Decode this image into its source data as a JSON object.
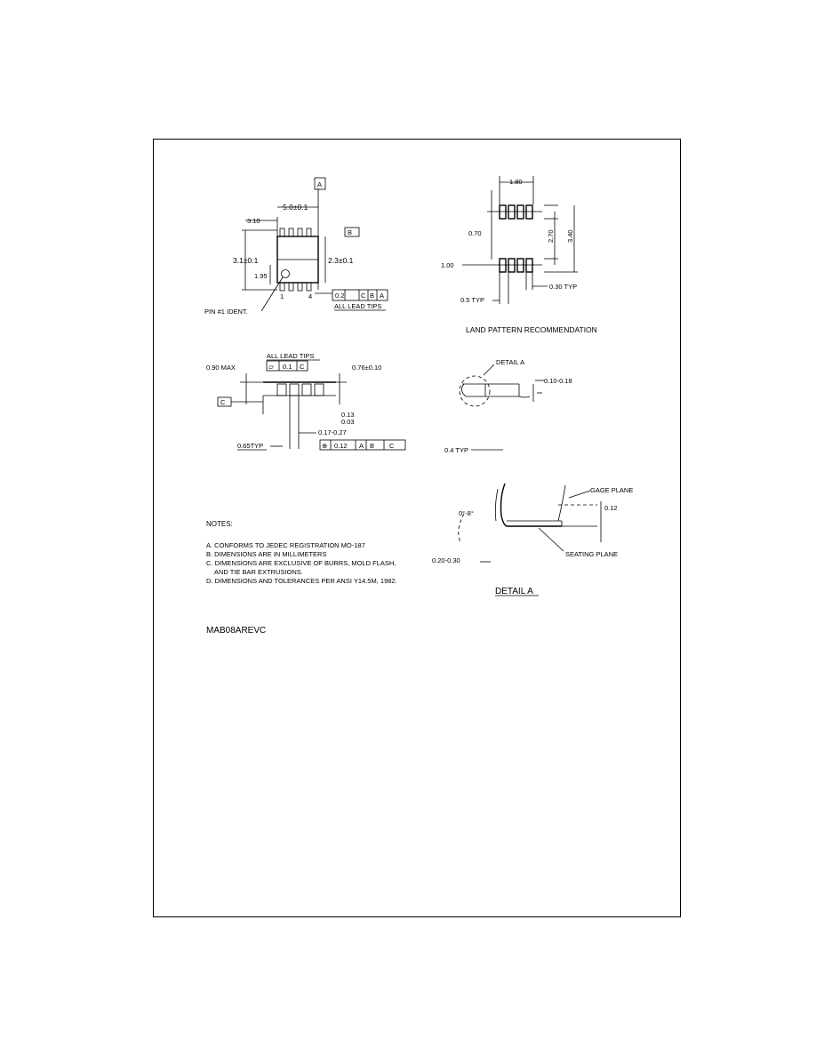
{
  "top_view": {
    "length": "5.0±0.1",
    "lead_span": "3.10",
    "body_height": "3.1±0.1",
    "body_width": "2.3±0.1",
    "pin_pitch_ref": "1.95",
    "datum_a": "A",
    "datum_b": "B",
    "pin1_label": "PIN #1 IDENT.",
    "pin_number_left": "1",
    "pin_number_right": "4",
    "tolerance_frame": [
      "0.2",
      "C",
      "B",
      "A"
    ],
    "tolerance_note": "ALL LEAD TIPS"
  },
  "land_pattern": {
    "width": "1.80",
    "pad_spacing": "0.70",
    "pad_height": "1.00",
    "row_span": "2.70",
    "total_span": "3.40",
    "pitch": "0.5 TYP",
    "pad_width": "0.30 TYP",
    "caption": "LAND PATTERN RECOMMENDATION"
  },
  "side_view": {
    "tolerance_note": "ALL LEAD TIPS",
    "coplanarity": "0.1",
    "coplanarity_datum": "C",
    "max_height": "0.90 MAX",
    "standoff": "0.76±0.10",
    "datum_c": "C",
    "lead_thickness_top": "0.13",
    "lead_thickness_bottom": "0.03",
    "lead_width": "0.17-0.27",
    "pitch_label": "0.65TYP",
    "position_frame": [
      "0.12",
      "A",
      "B",
      "C"
    ]
  },
  "detail_a_callout": {
    "label": "DETAIL A",
    "lead_thickness": "0.10-0.18",
    "pitch_label": "0.4 TYP"
  },
  "detail_a": {
    "angle": "0°-8°",
    "gage_plane": "GAGE PLANE",
    "gage_height": "0.12",
    "seating_plane": "SEATING PLANE",
    "foot_length": "0.20-0.30",
    "caption": "DETAIL A"
  },
  "notes": {
    "title": "NOTES:",
    "items": [
      "A. CONFORMS TO JEDEC REGISTRATION MO-187",
      "B. DIMENSIONS ARE IN MILLIMETERS",
      "C. DIMENSIONS ARE EXCLUSIVE OF BURRS, MOLD FLASH,",
      "AND TIE BAR EXTRUSIONS.",
      "D. DIMENSIONS AND TOLERANCES PER ANSI Y14.5M, 1982."
    ]
  },
  "document_id": "MAB08AREVC"
}
